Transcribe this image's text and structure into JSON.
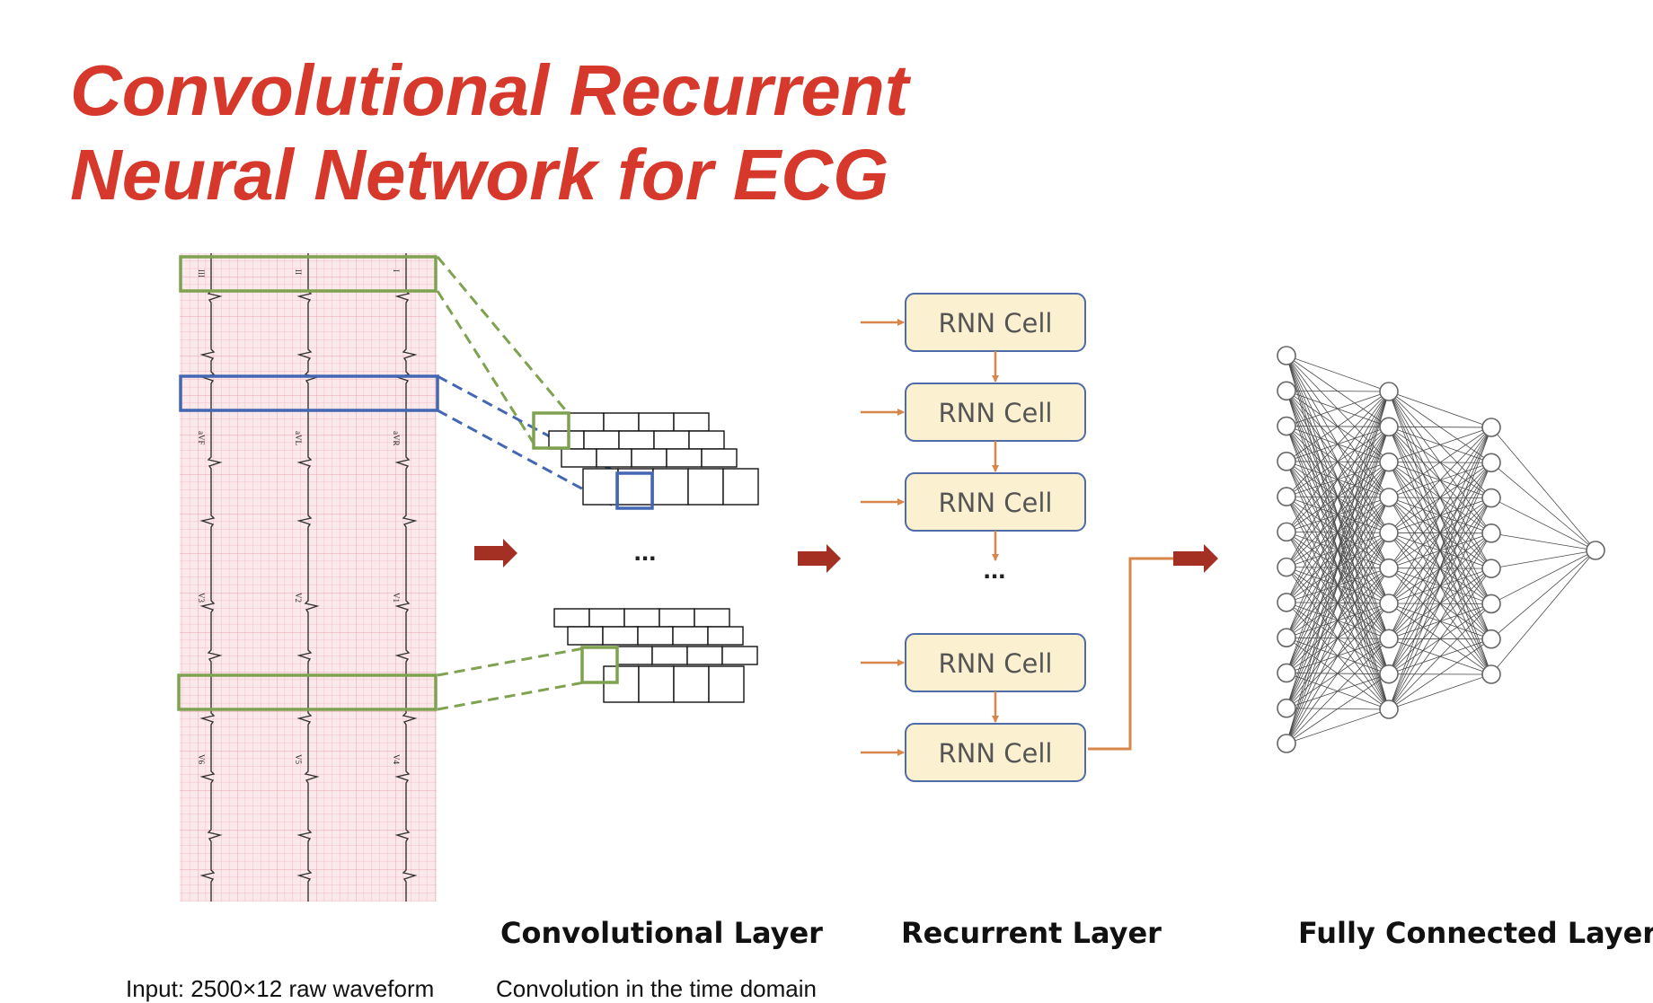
{
  "title": {
    "line1": "Convolutional Recurrent",
    "line2": "Neural Network for ECG"
  },
  "ecg": {
    "leads_row1": [
      "III",
      "II",
      "I"
    ],
    "leads_row2": [
      "aVF",
      "aVL",
      "aVR"
    ],
    "leads_row3": [
      "V3",
      "V2",
      "V1"
    ],
    "leads_row4": [
      "V6",
      "V5",
      "V4"
    ]
  },
  "conv": {
    "ellipsis": "..."
  },
  "rnn": {
    "cell_label": "RNN Cell",
    "ellipsis": "..."
  },
  "captions": {
    "conv_layer": "Convolutional Layer",
    "recurrent_layer": "Recurrent Layer",
    "fc_layer": "Fully Connected Layer"
  },
  "notes": {
    "input": "Input: 2500×12 raw waveform",
    "conv": "Convolution in the time domain"
  },
  "colors": {
    "title": "#d6382b",
    "green": "#7ea24f",
    "blue": "#4467b3",
    "arrow": "#a33022",
    "orange": "#d9864a",
    "cell_fill": "#fbf0cf",
    "cell_border": "#4f6aa8",
    "ecg_bg": "#fbe8ea"
  },
  "network": {
    "layer_sizes": [
      12,
      10,
      8,
      1
    ]
  }
}
